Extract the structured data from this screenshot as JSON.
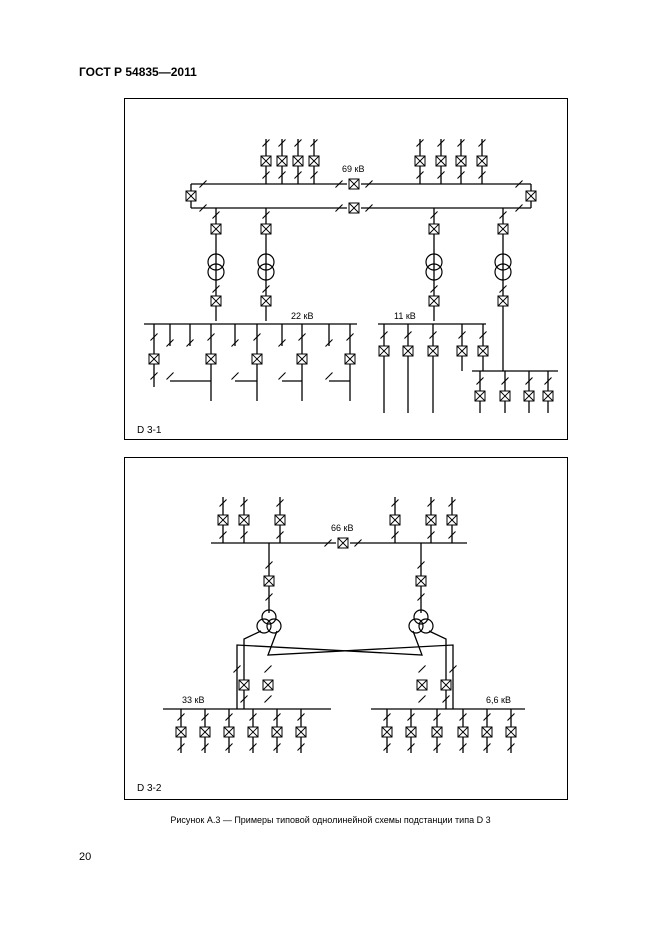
{
  "header": {
    "standard": "ГОСТ Р 54835—2011"
  },
  "figure": {
    "caption": "Рисунок А.3 — Примеры типовой однолинейной схемы подстанции типа D 3",
    "d31": {
      "tag": "D 3-1",
      "hv_label": "69 кВ",
      "mv_label": "22 кВ",
      "lv_label": "11 кВ"
    },
    "d32": {
      "tag": "D 3-2",
      "hv_label": "66 кВ",
      "left_label": "33 кВ",
      "right_label": "6,6 кВ"
    }
  },
  "page": {
    "number": "20"
  }
}
